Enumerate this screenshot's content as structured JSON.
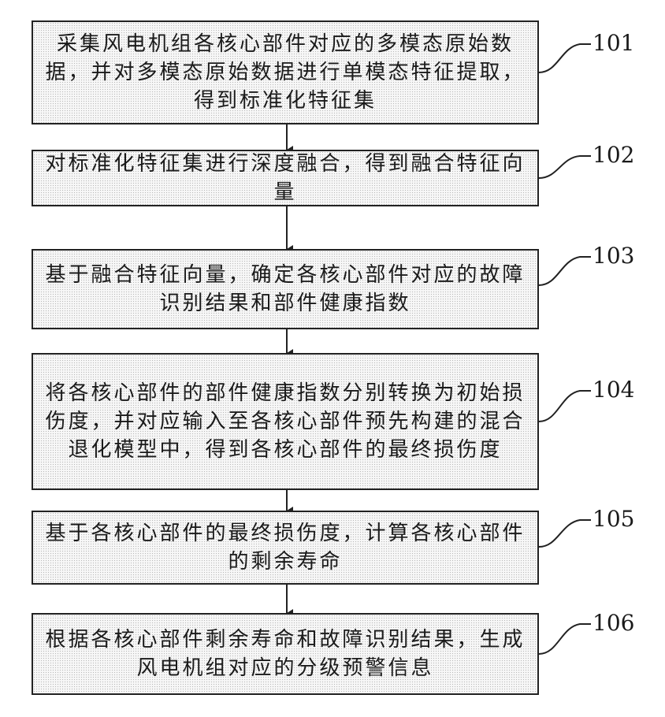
{
  "steps": [
    {
      "id": "101",
      "text": "采集风电机组各核心部件对应的多模态原始数据，并对多模态原始数据进行单模态特征提取，得到标准化特征集"
    },
    {
      "id": "102",
      "text": "对标准化特征集进行深度融合，得到融合特征向量"
    },
    {
      "id": "103",
      "text": "基于融合特征向量，确定各核心部件对应的故障识别结果和部件健康指数"
    },
    {
      "id": "104",
      "text": "将各核心部件的部件健康指数分别转换为初始损伤度，并对应输入至各核心部件预先构建的混合退化模型中，得到各核心部件的最终损伤度"
    },
    {
      "id": "105",
      "text": "基于各核心部件的最终损伤度，计算各核心部件的剩余寿命"
    },
    {
      "id": "106",
      "text": "根据各核心部件剩余寿命和故障识别结果，生成风电机组对应的分级预警信息"
    }
  ]
}
